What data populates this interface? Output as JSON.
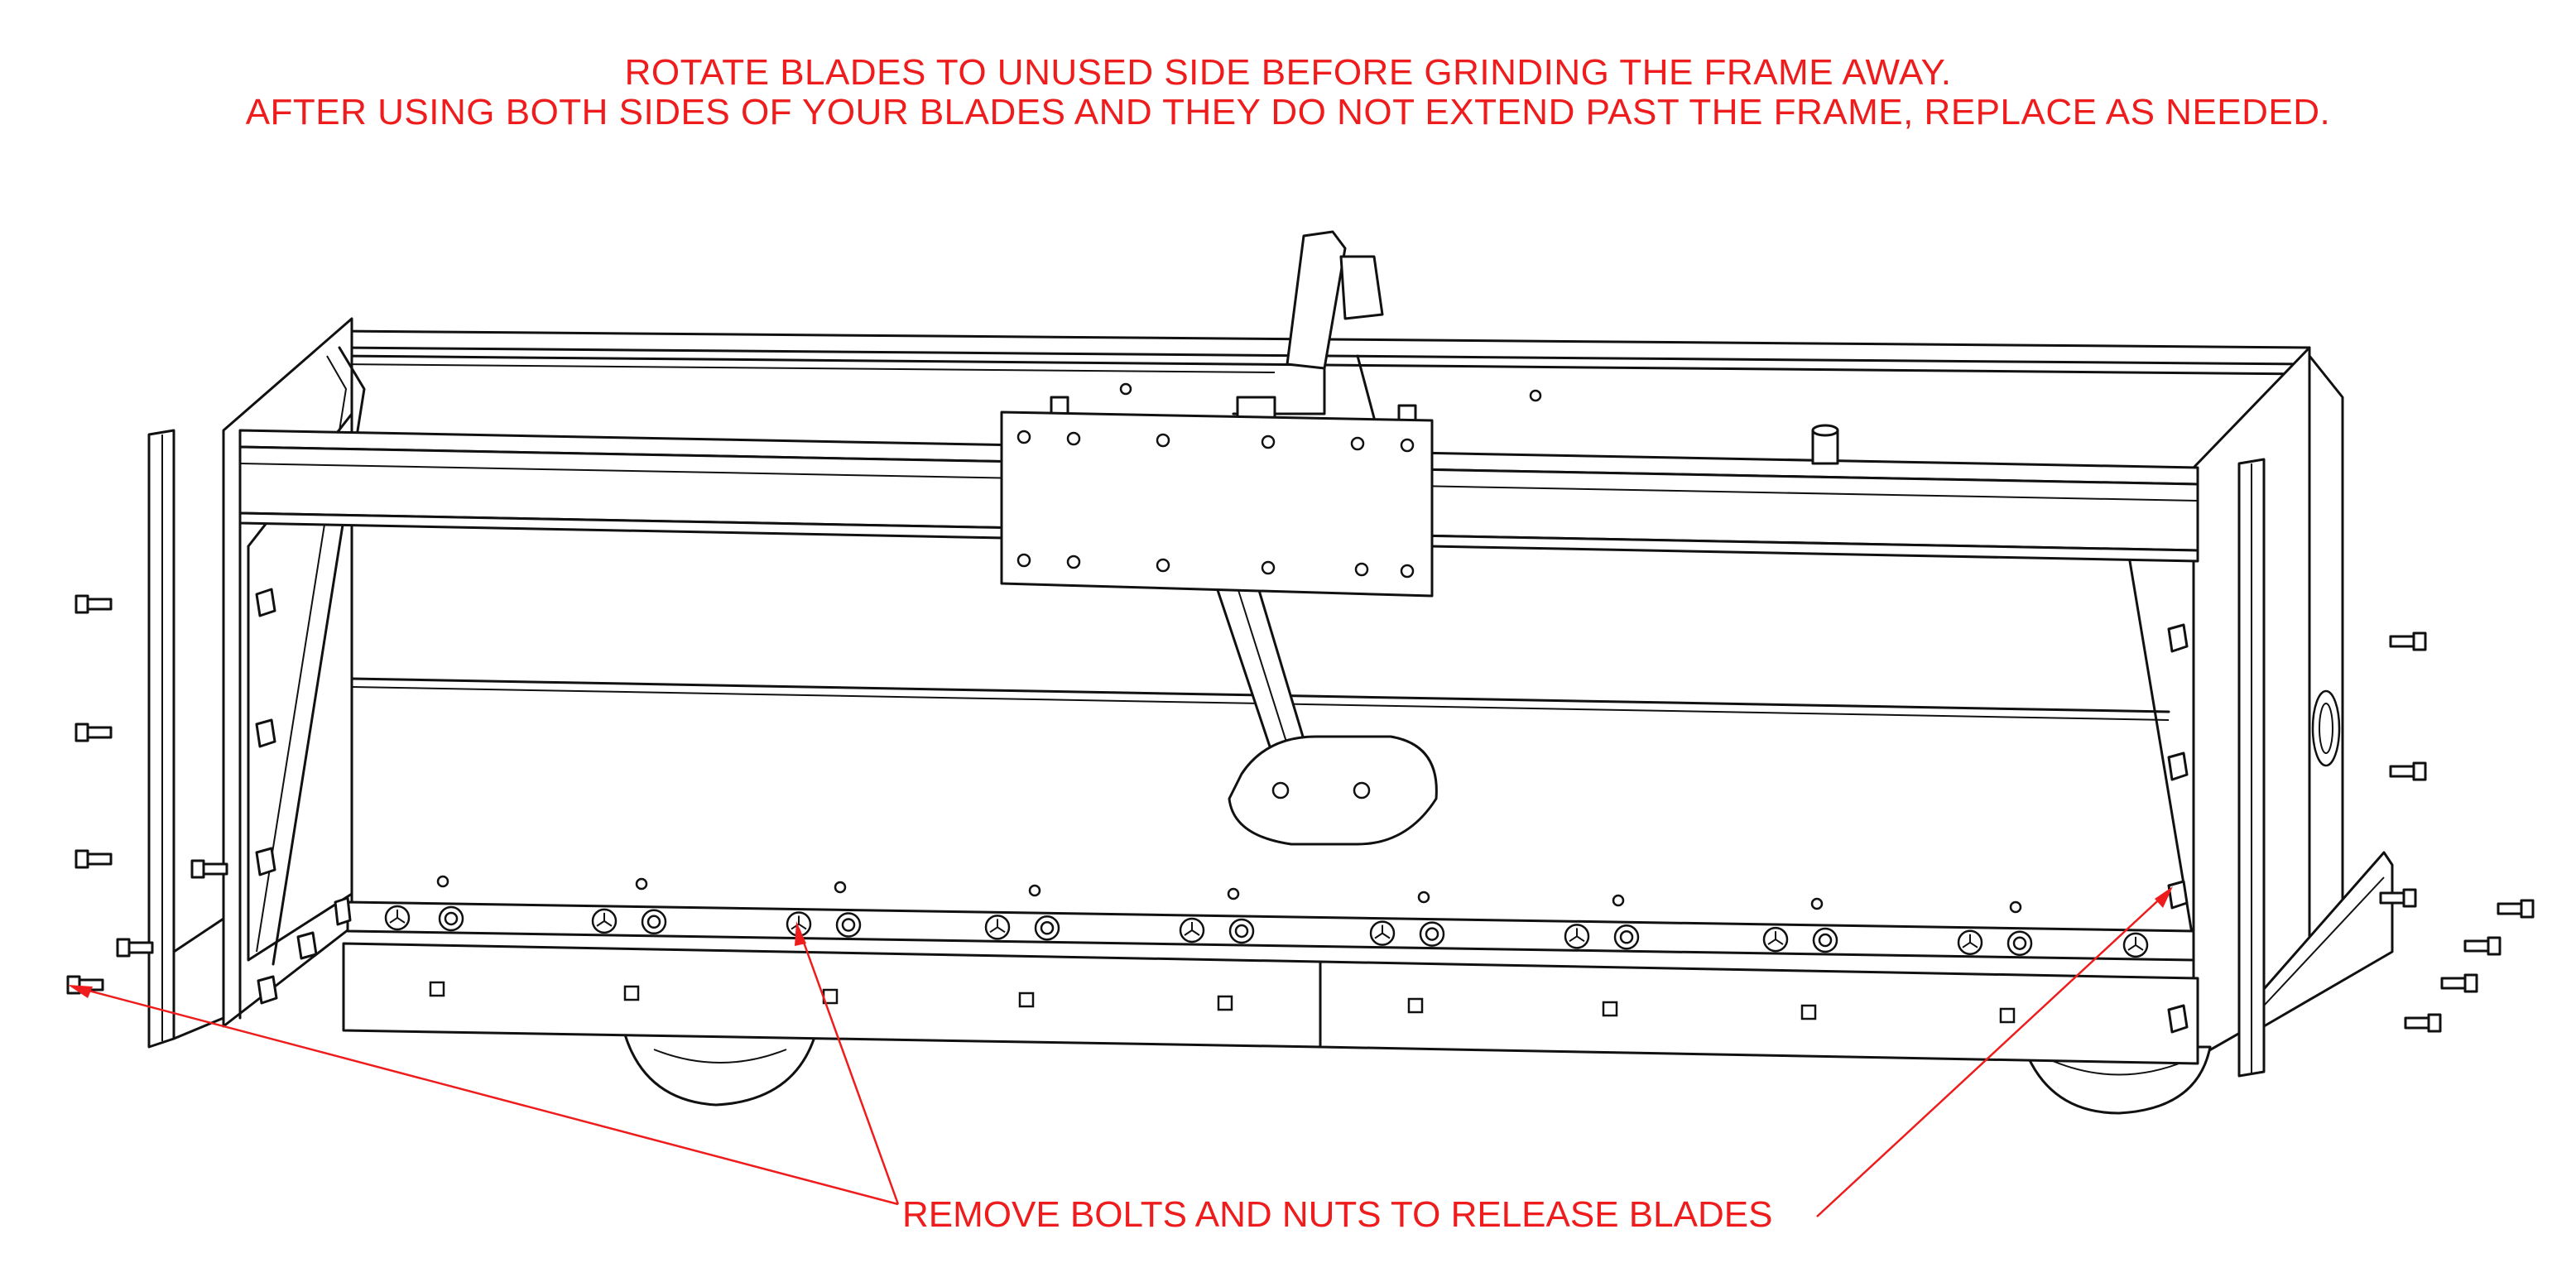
{
  "notes": {
    "line1": "ROTATE BLADES TO UNUSED SIDE BEFORE GRINDING THE FRAME AWAY.",
    "line2": "AFTER USING BOTH SIDES OF YOUR BLADES AND THEY DO NOT EXTEND PAST THE FRAME, REPLACE AS NEEDED."
  },
  "callout": {
    "label": "REMOVE BOLTS AND NUTS TO RELEASE BLADES"
  },
  "colors": {
    "annotation": "#ee1c1c",
    "linework": "#111111",
    "background": "#ffffff"
  }
}
